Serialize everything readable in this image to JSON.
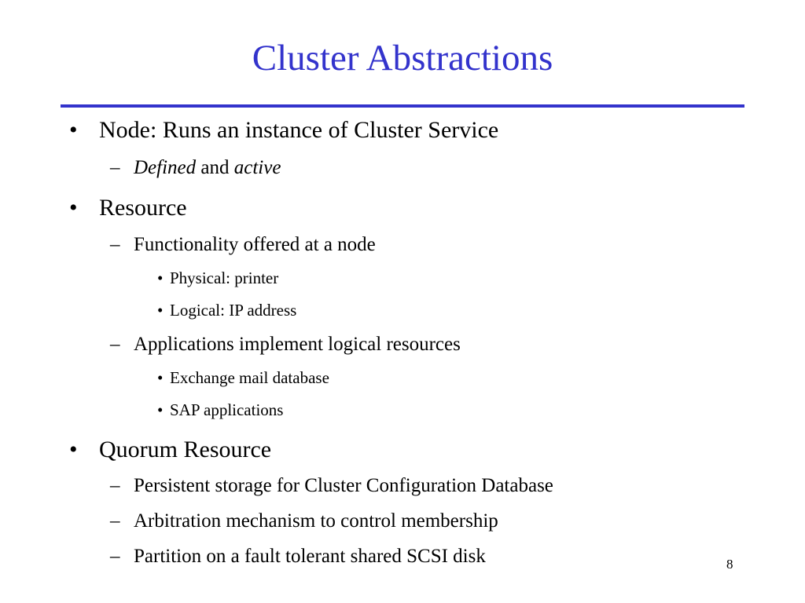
{
  "slide": {
    "title": "Cluster Abstractions",
    "bullet_marker": "•",
    "dash_marker": "–",
    "items": [
      {
        "text": "Node: Runs an instance of Cluster Service"
      },
      {
        "italic1": "Defined",
        "plain": " and ",
        "italic2": "active"
      },
      {
        "text": "Resource"
      },
      {
        "text": "Functionality offered at a node"
      },
      {
        "text": "Physical: printer"
      },
      {
        "text": "Logical: IP address"
      },
      {
        "text": "Applications implement logical resources"
      },
      {
        "text": "Exchange mail database"
      },
      {
        "text": "SAP applications"
      },
      {
        "text": "Quorum Resource"
      },
      {
        "text": "Persistent storage for Cluster Configuration Database"
      },
      {
        "text": "Arbitration mechanism to control membership"
      },
      {
        "text": "Partition on a fault tolerant shared SCSI disk"
      }
    ],
    "page_number": "8"
  }
}
